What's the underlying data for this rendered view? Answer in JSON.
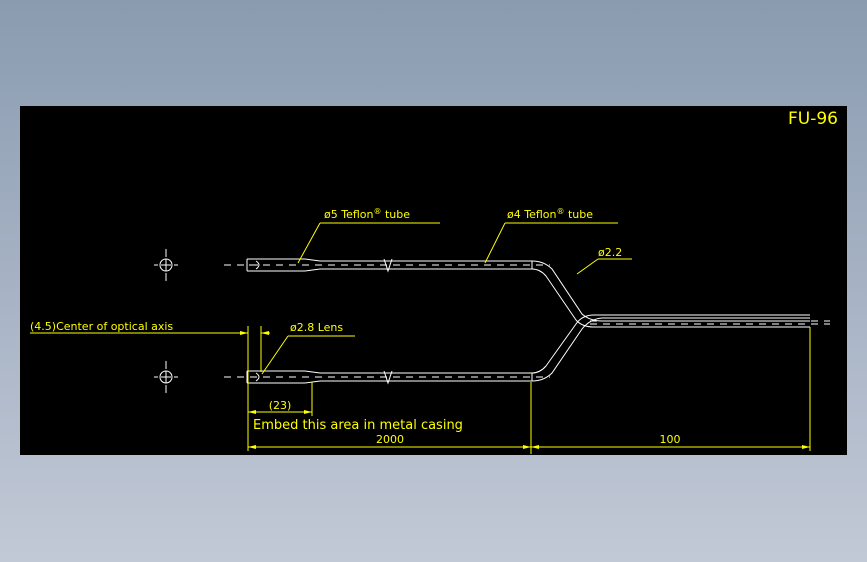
{
  "drawing": {
    "title": "FU-96",
    "callouts": {
      "tube_5": {
        "prefix": "ø5 Teflon",
        "reg": "®",
        "suffix": " tube"
      },
      "tube_4": {
        "prefix": "ø4 Teflon",
        "reg": "®",
        "suffix": " tube"
      },
      "dia_2_2": "ø2.2",
      "lens": "ø2.8 Lens",
      "optical_axis": "(4.5)Center of optical axis",
      "length_23": "(23)",
      "embed_note": "Embed this area in metal casing"
    },
    "dimensions": {
      "left_length": "2000",
      "right_length": "100"
    },
    "colors": {
      "background": "#000000",
      "lines": "#ffffff",
      "annotation": "#ffff00"
    }
  }
}
